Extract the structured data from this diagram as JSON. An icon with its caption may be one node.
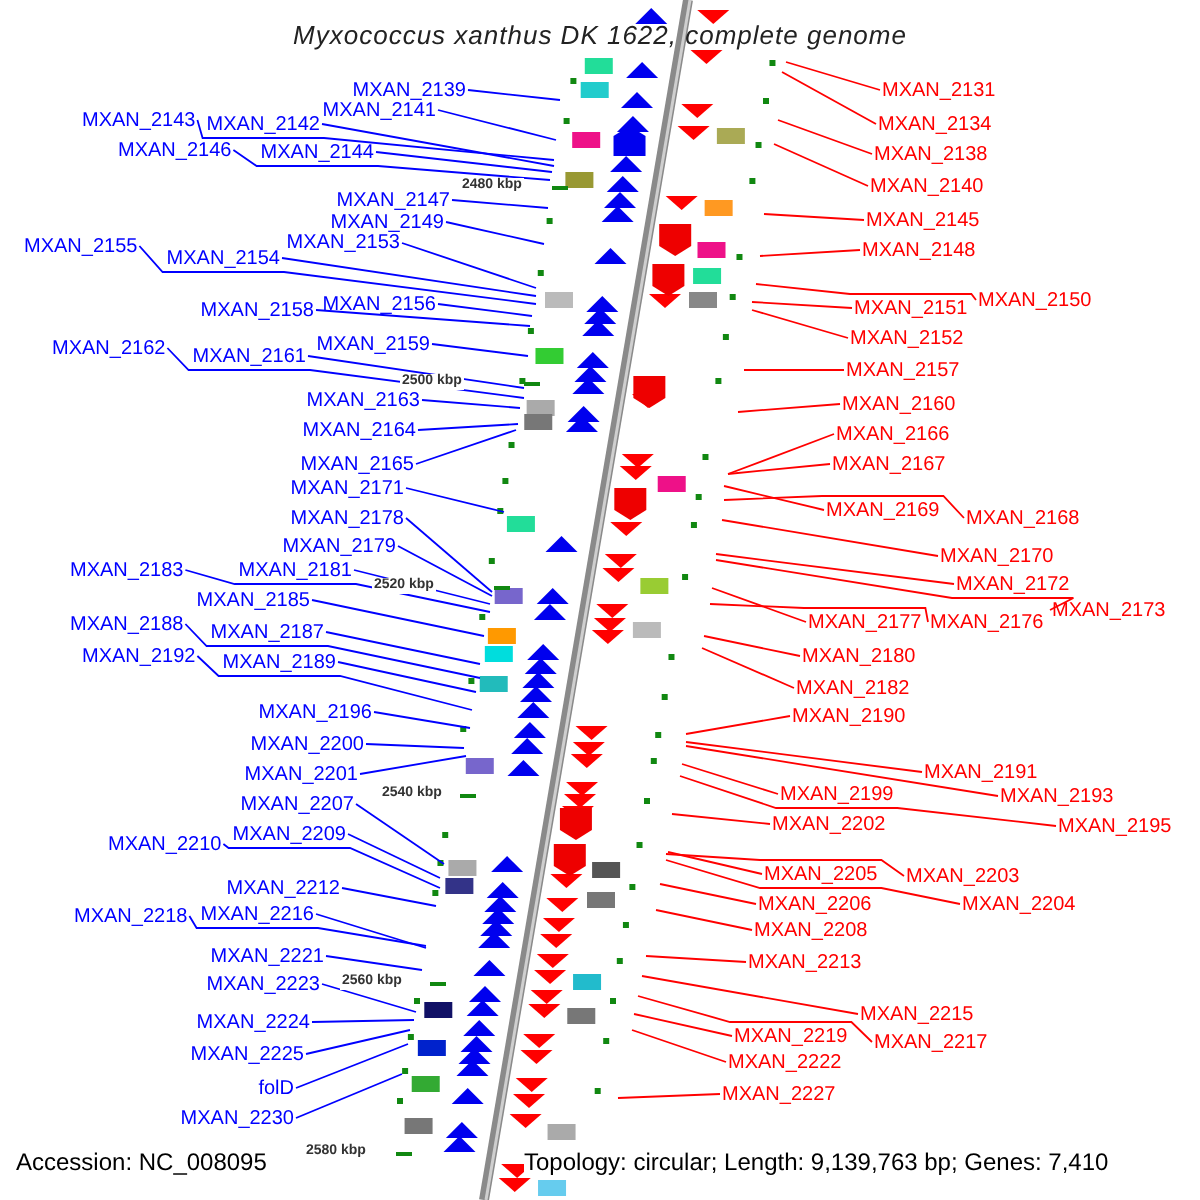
{
  "diagram": {
    "title": "Myxococcus xanthus DK 1622, complete genome",
    "nodes": [
      {
        "text": [
          "MXAN_2139"
        ]
      },
      {
        "text": [
          "MXAN_2143"
        ]
      },
      {
        "text": [
          "MXAN_2142"
        ]
      },
      {
        "text": [
          "MXAN_2141"
        ]
      },
      {
        "text": [
          "MXAN_2146"
        ]
      },
      {
        "text": [
          "MXAN_2144"
        ]
      },
      {
        "text": [
          "MXAN_2147"
        ]
      },
      {
        "text": [
          "MXAN_2149"
        ]
      },
      {
        "text": [
          "MXAN_2155"
        ]
      },
      {
        "text": [
          "MXAN_2154"
        ]
      },
      {
        "text": [
          "MXAN_2153"
        ]
      },
      {
        "text": [
          "MXAN_2158"
        ]
      },
      {
        "text": [
          "MXAN_2156"
        ]
      },
      {
        "text": [
          "MXAN_2159"
        ]
      },
      {
        "text": [
          "MXAN_2162"
        ]
      },
      {
        "text": [
          "MXAN_2161"
        ]
      },
      {
        "text": [
          "MXAN_2163"
        ]
      },
      {
        "text": [
          "MXAN_2164"
        ]
      },
      {
        "text": [
          "MXAN_2165"
        ]
      },
      {
        "text": [
          "MXAN_2171"
        ]
      },
      {
        "text": [
          "MXAN_2178"
        ]
      },
      {
        "text": [
          "MXAN_2179"
        ]
      },
      {
        "text": [
          "MXAN_2183"
        ]
      },
      {
        "text": [
          "MXAN_2181"
        ]
      },
      {
        "text": [
          "MXAN_2185"
        ]
      },
      {
        "text": [
          "MXAN_2188"
        ]
      },
      {
        "text": [
          "MXAN_2187"
        ]
      },
      {
        "text": [
          "MXAN_2192"
        ]
      },
      {
        "text": [
          "MXAN_2189"
        ]
      },
      {
        "text": [
          "MXAN_2196"
        ]
      },
      {
        "text": [
          "MXAN_2200"
        ]
      },
      {
        "text": [
          "MXAN_2201"
        ]
      },
      {
        "text": [
          "MXAN_2207"
        ]
      },
      {
        "text": [
          "MXAN_2210"
        ]
      },
      {
        "text": [
          "MXAN_2209"
        ]
      },
      {
        "text": [
          "MXAN_2212"
        ]
      },
      {
        "text": [
          "MXAN_2218"
        ]
      },
      {
        "text": [
          "MXAN_2216"
        ]
      },
      {
        "text": [
          "MXAN_2221"
        ]
      },
      {
        "text": [
          "MXAN_2223"
        ]
      },
      {
        "text": [
          "MXAN_2224"
        ]
      },
      {
        "text": [
          "MXAN_2225"
        ]
      },
      {
        "text": [
          "folD"
        ]
      },
      {
        "text": [
          "MXAN_2230"
        ]
      },
      {
        "text": [
          "MXAN_2131"
        ]
      },
      {
        "text": [
          "MXAN_2134"
        ]
      },
      {
        "text": [
          "MXAN_2138"
        ]
      },
      {
        "text": [
          "MXAN_2140"
        ]
      },
      {
        "text": [
          "MXAN_2145"
        ]
      },
      {
        "text": [
          "MXAN_2148"
        ]
      },
      {
        "text": [
          "MXAN_2150"
        ]
      },
      {
        "text": [
          "MXAN_2151"
        ]
      },
      {
        "text": [
          "MXAN_2152"
        ]
      },
      {
        "text": [
          "MXAN_2157"
        ]
      },
      {
        "text": [
          "MXAN_2160"
        ]
      },
      {
        "text": [
          "MXAN_2166"
        ]
      },
      {
        "text": [
          "MXAN_2167"
        ]
      },
      {
        "text": [
          "MXAN_2169"
        ]
      },
      {
        "text": [
          "MXAN_2168"
        ]
      },
      {
        "text": [
          "MXAN_2170"
        ]
      },
      {
        "text": [
          "MXAN_2172"
        ]
      },
      {
        "text": [
          "MXAN_2173"
        ]
      },
      {
        "text": [
          "MXAN_2177"
        ]
      },
      {
        "text": [
          "MXAN_2176"
        ]
      },
      {
        "text": [
          "MXAN_2180"
        ]
      },
      {
        "text": [
          "MXAN_2182"
        ]
      },
      {
        "text": [
          "MXAN_2190"
        ]
      },
      {
        "text": [
          "MXAN_2191"
        ]
      },
      {
        "text": [
          "MXAN_2193"
        ]
      },
      {
        "text": [
          "MXAN_2199"
        ]
      },
      {
        "text": [
          "MXAN_2195"
        ]
      },
      {
        "text": [
          "MXAN_2202"
        ]
      },
      {
        "text": [
          "MXAN_2205"
        ]
      },
      {
        "text": [
          "MXAN_2203"
        ]
      },
      {
        "text": [
          "MXAN_2204"
        ]
      },
      {
        "text": [
          "MXAN_2206"
        ]
      },
      {
        "text": [
          "MXAN_2208"
        ]
      },
      {
        "text": [
          "MXAN_2213"
        ]
      },
      {
        "text": [
          "MXAN_2215"
        ]
      },
      {
        "text": [
          "MXAN_2219"
        ]
      },
      {
        "text": [
          "MXAN_2217"
        ]
      },
      {
        "text": [
          "MXAN_2222"
        ]
      },
      {
        "text": [
          "MXAN_2227"
        ]
      }
    ],
    "edges": [
      {
        "from": 0,
        "to": null,
        "arrow": "none"
      },
      {
        "from": 1,
        "to": null,
        "arrow": "none"
      },
      {
        "from": 2,
        "to": null,
        "arrow": "none"
      },
      {
        "from": 3,
        "to": null,
        "arrow": "none"
      },
      {
        "from": 4,
        "to": null,
        "arrow": "none"
      },
      {
        "from": 5,
        "to": null,
        "arrow": "none"
      },
      {
        "from": 6,
        "to": null,
        "arrow": "none"
      },
      {
        "from": 7,
        "to": null,
        "arrow": "none"
      },
      {
        "from": 8,
        "to": null,
        "arrow": "none"
      },
      {
        "from": 9,
        "to": null,
        "arrow": "none"
      },
      {
        "from": 10,
        "to": null,
        "arrow": "none"
      },
      {
        "from": 11,
        "to": null,
        "arrow": "none"
      },
      {
        "from": 12,
        "to": null,
        "arrow": "none"
      },
      {
        "from": 13,
        "to": null,
        "arrow": "none"
      },
      {
        "from": 14,
        "to": null,
        "arrow": "none"
      },
      {
        "from": 15,
        "to": null,
        "arrow": "none"
      },
      {
        "from": 16,
        "to": null,
        "arrow": "none"
      },
      {
        "from": 17,
        "to": null,
        "arrow": "none"
      },
      {
        "from": 18,
        "to": null,
        "arrow": "none"
      },
      {
        "from": 19,
        "to": null,
        "arrow": "none"
      },
      {
        "from": 20,
        "to": null,
        "arrow": "none"
      },
      {
        "from": 21,
        "to": null,
        "arrow": "none"
      },
      {
        "from": 22,
        "to": null,
        "arrow": "none"
      },
      {
        "from": 23,
        "to": null,
        "arrow": "none"
      },
      {
        "from": 24,
        "to": null,
        "arrow": "none"
      },
      {
        "from": 25,
        "to": null,
        "arrow": "none"
      },
      {
        "from": 26,
        "to": null,
        "arrow": "none"
      },
      {
        "from": 27,
        "to": null,
        "arrow": "none"
      },
      {
        "from": 28,
        "to": null,
        "arrow": "none"
      },
      {
        "from": 29,
        "to": null,
        "arrow": "none"
      },
      {
        "from": 30,
        "to": null,
        "arrow": "none"
      },
      {
        "from": 31,
        "to": null,
        "arrow": "none"
      },
      {
        "from": 32,
        "to": null,
        "arrow": "none"
      },
      {
        "from": 33,
        "to": null,
        "arrow": "none"
      },
      {
        "from": 34,
        "to": null,
        "arrow": "none"
      },
      {
        "from": 35,
        "to": null,
        "arrow": "none"
      },
      {
        "from": 36,
        "to": null,
        "arrow": "none"
      },
      {
        "from": 37,
        "to": null,
        "arrow": "none"
      },
      {
        "from": 38,
        "to": null,
        "arrow": "none"
      },
      {
        "from": 39,
        "to": null,
        "arrow": "none"
      },
      {
        "from": 40,
        "to": null,
        "arrow": "none"
      },
      {
        "from": 41,
        "to": null,
        "arrow": "none"
      },
      {
        "from": 42,
        "to": null,
        "arrow": "none"
      },
      {
        "from": 43,
        "to": null,
        "arrow": "none"
      },
      {
        "from": 44,
        "to": null,
        "arrow": "none",
        "color": "#ff0000"
      },
      {
        "from": 45,
        "to": null,
        "arrow": "none",
        "color": "#ff0000"
      },
      {
        "from": 46,
        "to": null,
        "arrow": "none",
        "color": "#ff0000"
      },
      {
        "from": 47,
        "to": null,
        "arrow": "none",
        "color": "#ff0000"
      },
      {
        "from": 48,
        "to": null,
        "arrow": "none",
        "color": "#ff0000"
      },
      {
        "from": 49,
        "to": null,
        "arrow": "none",
        "color": "#ff0000"
      },
      {
        "from": 50,
        "to": null,
        "arrow": "none",
        "color": "#ff0000"
      },
      {
        "from": 51,
        "to": null,
        "arrow": "none",
        "color": "#ff0000"
      },
      {
        "from": 52,
        "to": null,
        "arrow": "none",
        "color": "#ff0000"
      },
      {
        "from": 53,
        "to": null,
        "arrow": "none",
        "color": "#ff0000"
      },
      {
        "from": 54,
        "to": null,
        "arrow": "none",
        "color": "#ff0000"
      },
      {
        "from": 55,
        "to": null,
        "arrow": "none",
        "color": "#ff0000"
      },
      {
        "from": 56,
        "to": null,
        "arrow": "none",
        "color": "#ff0000"
      },
      {
        "from": 57,
        "to": null,
        "arrow": "none",
        "color": "#ff0000"
      },
      {
        "from": 58,
        "to": null,
        "arrow": "none",
        "color": "#ff0000"
      },
      {
        "from": 59,
        "to": null,
        "arrow": "none",
        "color": "#ff0000"
      },
      {
        "from": 60,
        "to": null,
        "arrow": "none",
        "color": "#ff0000"
      },
      {
        "from": 61,
        "to": null,
        "arrow": "none",
        "color": "#ff0000"
      },
      {
        "from": 62,
        "to": null,
        "arrow": "none",
        "color": "#ff0000"
      },
      {
        "from": 63,
        "to": null,
        "arrow": "none",
        "color": "#ff0000"
      },
      {
        "from": 64,
        "to": null,
        "arrow": "none",
        "color": "#ff0000"
      },
      {
        "from": 65,
        "to": null,
        "arrow": "none",
        "color": "#ff0000"
      },
      {
        "from": 66,
        "to": null,
        "arrow": "none",
        "color": "#ff0000"
      },
      {
        "from": 67,
        "to": null,
        "arrow": "none",
        "color": "#ff0000"
      },
      {
        "from": 68,
        "to": null,
        "arrow": "none",
        "color": "#ff0000"
      },
      {
        "from": 69,
        "to": null,
        "arrow": "none",
        "color": "#ff0000"
      },
      {
        "from": 70,
        "to": null,
        "arrow": "none",
        "color": "#ff0000"
      },
      {
        "from": 71,
        "to": null,
        "arrow": "none",
        "color": "#ff0000"
      },
      {
        "from": 72,
        "to": null,
        "arrow": "none",
        "color": "#ff0000"
      },
      {
        "from": 73,
        "to": null,
        "arrow": "none",
        "color": "#ff0000"
      },
      {
        "from": 74,
        "to": null,
        "arrow": "none",
        "color": "#ff0000"
      },
      {
        "from": 75,
        "to": null,
        "arrow": "none",
        "color": "#ff0000"
      },
      {
        "from": 76,
        "to": null,
        "arrow": "none",
        "color": "#ff0000"
      },
      {
        "from": 77,
        "to": null,
        "arrow": "none",
        "color": "#ff0000"
      },
      {
        "from": 78,
        "to": null,
        "arrow": "none",
        "color": "#ff0000"
      },
      {
        "from": 79,
        "to": null,
        "arrow": "none",
        "color": "#ff0000"
      },
      {
        "from": 80,
        "to": null,
        "arrow": "none",
        "color": "#ff0000"
      },
      {
        "from": 81,
        "to": null,
        "arrow": "none",
        "color": "#ff0000"
      },
      {
        "from": 82,
        "to": null,
        "arrow": "none",
        "color": "#ff0000"
      }
    ],
    "labels": [
      "2480 kbp",
      "2500 kbp",
      "2520 kbp",
      "2540 kbp",
      "2560 kbp",
      "2580 kbp",
      "Accession: NC_008095",
      "Topology: circular; Length: 9,139,763 bp; Genes: 7,410"
    ]
  }
}
